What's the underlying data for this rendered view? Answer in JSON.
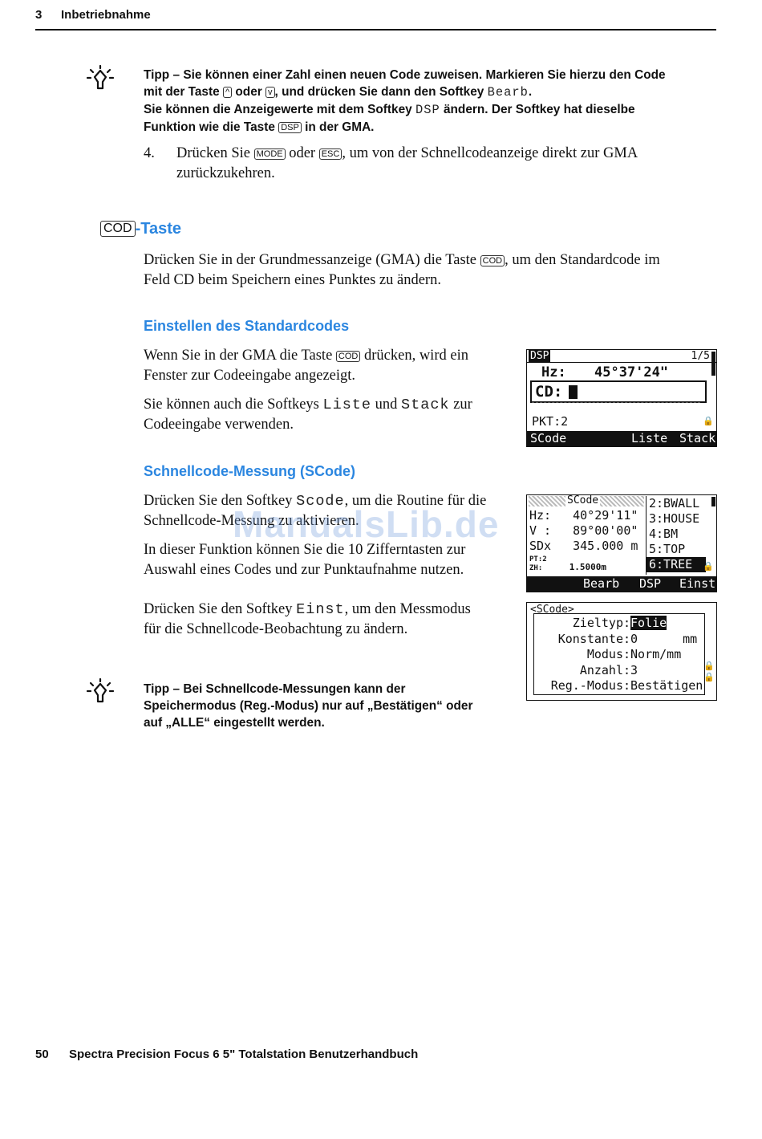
{
  "header": {
    "chapter_number": "3",
    "chapter_title": "Inbetriebnahme"
  },
  "tip1": {
    "label": "Tipp –",
    "line1": "Sie können einer Zahl einen neuen Code zuweisen. Markieren Sie hierzu den Code",
    "line2_a": "mit der Taste",
    "key_up": "^",
    "line2_b": "oder",
    "key_down": "v",
    "line2_c": ", und drücken Sie dann den Softkey",
    "softkey_bearb": "Bearb",
    "line2_d": ".",
    "line3_a": "Sie können die Anzeigewerte mit dem Softkey",
    "softkey_dsp": "DSP",
    "line3_b": "ändern. Der Softkey hat dieselbe",
    "line4_a": "Funktion wie die Taste",
    "key_dsp": "DSP",
    "line4_b": "in der GMA."
  },
  "step4": {
    "number": "4.",
    "text_a": "Drücken Sie",
    "key_mode": "MODE",
    "text_b": "oder",
    "key_esc": "ESC",
    "text_c": ", um von der Schnellcodeanzeige direkt zur GMA",
    "text_d": "zurückzukehren."
  },
  "section_cod": {
    "key": "COD",
    "title": "-Taste",
    "p1_a": "Drücken Sie in der Grundmessanzeige (GMA) die Taste",
    "p1_key": "COD",
    "p1_b": ", um den Standardcode im",
    "p1_c": "Feld CD beim Speichern eines Punktes zu ändern."
  },
  "section_std": {
    "title": "Einstellen des Standardcodes",
    "p1_a": "Wenn Sie in der GMA die Taste",
    "p1_key": "COD",
    "p1_b": "drücken, wird ein",
    "p1_c": "Fenster zur Codeeingabe angezeigt.",
    "p2_a": "Sie können auch die Softkeys",
    "p2_liste": "Liste",
    "p2_b": "und",
    "p2_stack": "Stack",
    "p2_c": "zur",
    "p2_d": "Codeeingabe verwenden."
  },
  "lcd1": {
    "title": "DSP",
    "page": "1/5",
    "hz_label": "Hz:",
    "hz_value": "45°37'24\"",
    "cd_label": "CD:",
    "pkt": "PKT:2",
    "softkeys": [
      "SCode",
      "Liste",
      "Stack"
    ]
  },
  "section_scode": {
    "title": "Schnellcode-Messung (SCode)",
    "p1_a": "Drücken Sie den Softkey",
    "p1_soft": "Scode",
    "p1_b": ", um die Routine für die",
    "p1_c": "Schnellcode-Messung zu aktivieren.",
    "p2_a": "In dieser Funktion können Sie die 10 Zifferntasten zur",
    "p2_b": "Auswahl eines Codes und zur Punktaufnahme nutzen.",
    "p3_a": "Drücken Sie den Softkey",
    "p3_soft": "Einst",
    "p3_b": ", um den Messmodus",
    "p3_c": "für die Schnellcode-Beobachtung zu ändern."
  },
  "lcd2": {
    "title": "SCode",
    "rows": [
      {
        "label": "Hz:",
        "value": "40°29'11\""
      },
      {
        "label": "V :",
        "value": "89°00'00\""
      },
      {
        "label": "SDx",
        "value": "345.000 m"
      }
    ],
    "pt": "PT:2",
    "zh": "ZH:",
    "zh_value": "1.5000m",
    "list": [
      "2:BWALL",
      "3:HOUSE",
      "4:BM",
      "5:TOP",
      "6:TREE"
    ],
    "softkeys": [
      "Bearb",
      "DSP",
      "Einst"
    ]
  },
  "lcd3": {
    "title": "<SCode>",
    "rows": [
      {
        "label": "Zieltyp",
        "value": "Folie"
      },
      {
        "label": "Konstante",
        "value": "0",
        "unit": "mm"
      },
      {
        "label": "Modus",
        "value": "Norm/mm"
      },
      {
        "label": "Anzahl",
        "value": "3"
      },
      {
        "label": "Reg.-Modus",
        "value": "Bestätigen"
      }
    ]
  },
  "tip2": {
    "label": "Tipp –",
    "line1": "Bei Schnellcode-Messungen kann der",
    "line2": "Speichermodus (Reg.-Modus) nur auf „Bestätigen“ oder",
    "line3": "auf „ALLE“ eingestellt werden."
  },
  "watermark": "ManualsLib.de",
  "footer": {
    "page": "50",
    "title": "Spectra Precision Focus 6 5\" Totalstation Benutzerhandbuch"
  }
}
